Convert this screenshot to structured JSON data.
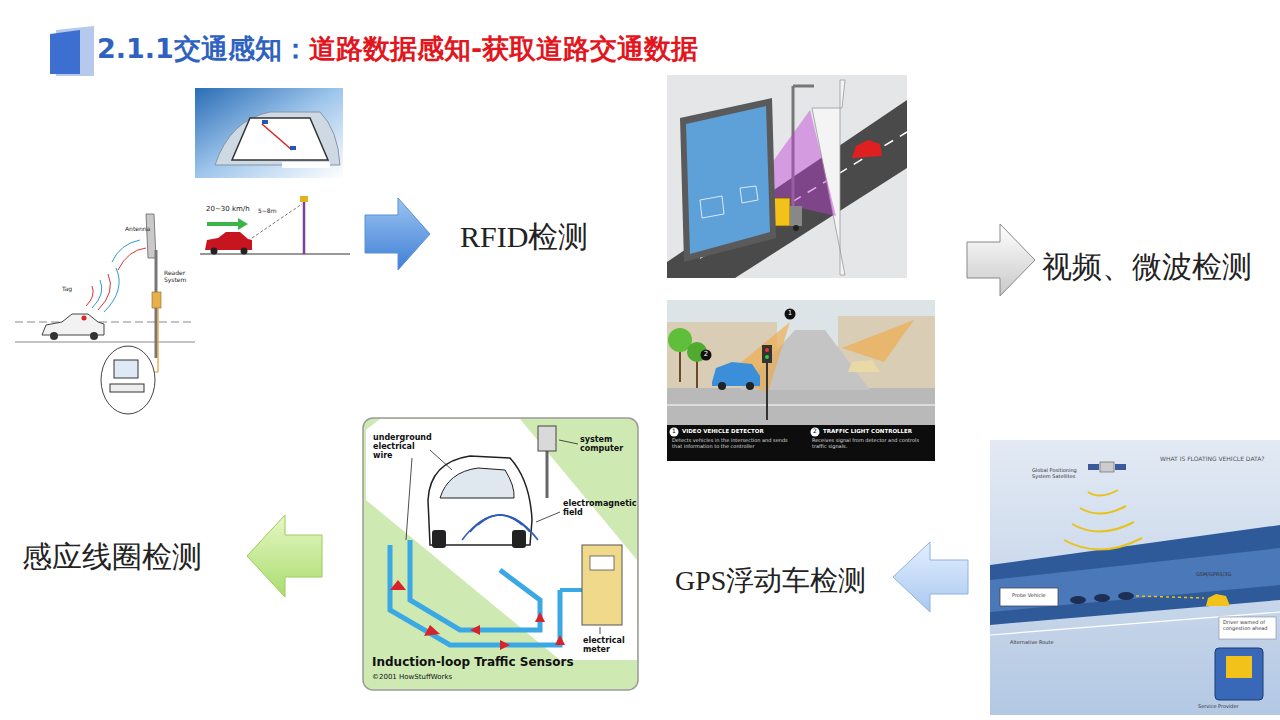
{
  "diagram": {
    "title": "2.1.1交通感知：",
    "labels": [
      "道路数据感知-获取道路交通数据",
      "Antenna",
      "Tag",
      "Reader System",
      "20~30 km/h",
      "5~8m",
      "RFID检测",
      "1",
      "2",
      "视频、微波检测",
      "1",
      "VIDEO VEHICLE DETECTOR",
      "Detects vehicles in the intersection and sends that information to the controller",
      "2",
      "TRAFFIC LIGHT CONTROLLER",
      "Receives signal from detector and controls traffic signals.",
      "underground electrical wire",
      "system computer",
      "electromagnetic field",
      "electrical meter",
      "Induction-loop Traffic Sensors",
      "©2001 HowStuffWorks",
      "感应线圈检测",
      "WHAT IS FLOATING VEHICLE DATA?",
      "Global Positioning System Satellites",
      "GSM/GPRS/3G",
      "Probe Vehicle",
      "Driver warned of congestion ahead",
      "Alternative Route",
      "Service Provider",
      "GPS浮动车检测"
    ]
  }
}
